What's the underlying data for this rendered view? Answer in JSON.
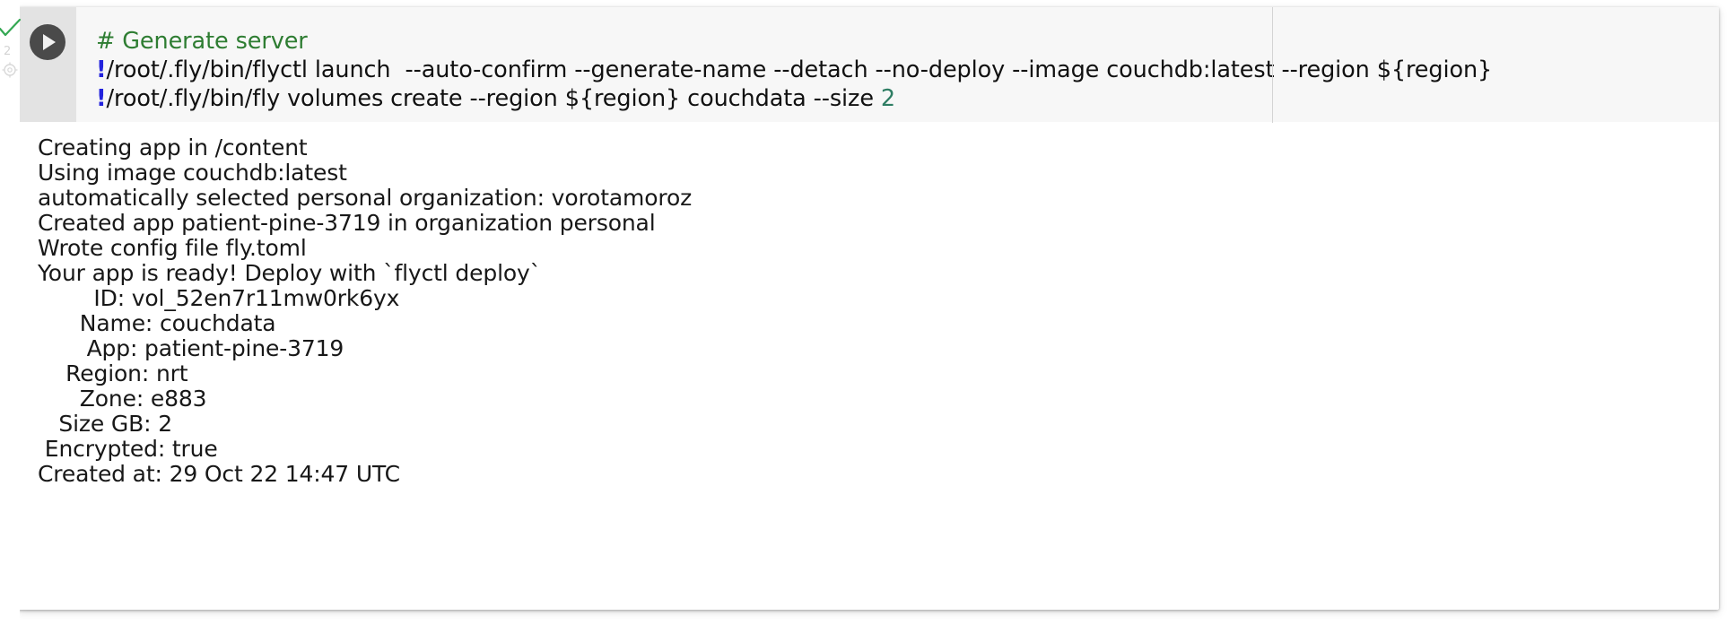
{
  "gutter": {
    "status_icon": "green-check-icon",
    "status_color": "#34a853",
    "icon_2": "duration-icon",
    "icon_3": "settings-gear-icon"
  },
  "cell": {
    "run_button_label": "▶",
    "run_button_icon": "play-icon",
    "code": {
      "comment": "# Generate server",
      "lines": [
        {
          "bang": "!",
          "text": "/root/.fly/bin/flyctl launch  --auto-confirm --generate-name --detach --no-deploy --image couchdb:latest --region ${region}"
        },
        {
          "bang": "!",
          "text_before_num": "/root/.fly/bin/fly volumes create --region ${region} couchdata --size ",
          "num": "2"
        }
      ]
    },
    "output": {
      "lines": [
        "Creating app in /content",
        "Using image couchdb:latest",
        "automatically selected personal organization: vorotamoroz",
        "Created app patient-pine-3719 in organization personal",
        "Wrote config file fly.toml",
        "Your app is ready! Deploy with `flyctl deploy`",
        "        ID: vol_52en7r11mw0rk6yx",
        "      Name: couchdata",
        "       App: patient-pine-3719",
        "    Region: nrt",
        "      Zone: e883",
        "   Size GB: 2",
        " Encrypted: true",
        "Created at: 29 Oct 22 14:47 UTC"
      ]
    }
  },
  "colors": {
    "comment_green": "#2e7d32",
    "bang_blue": "#2222dd",
    "number_green": "#2e7d63",
    "code_bg": "#f7f7f7",
    "gutter_bg": "#e3e3e3",
    "run_button_bg": "#4a4a4a"
  }
}
